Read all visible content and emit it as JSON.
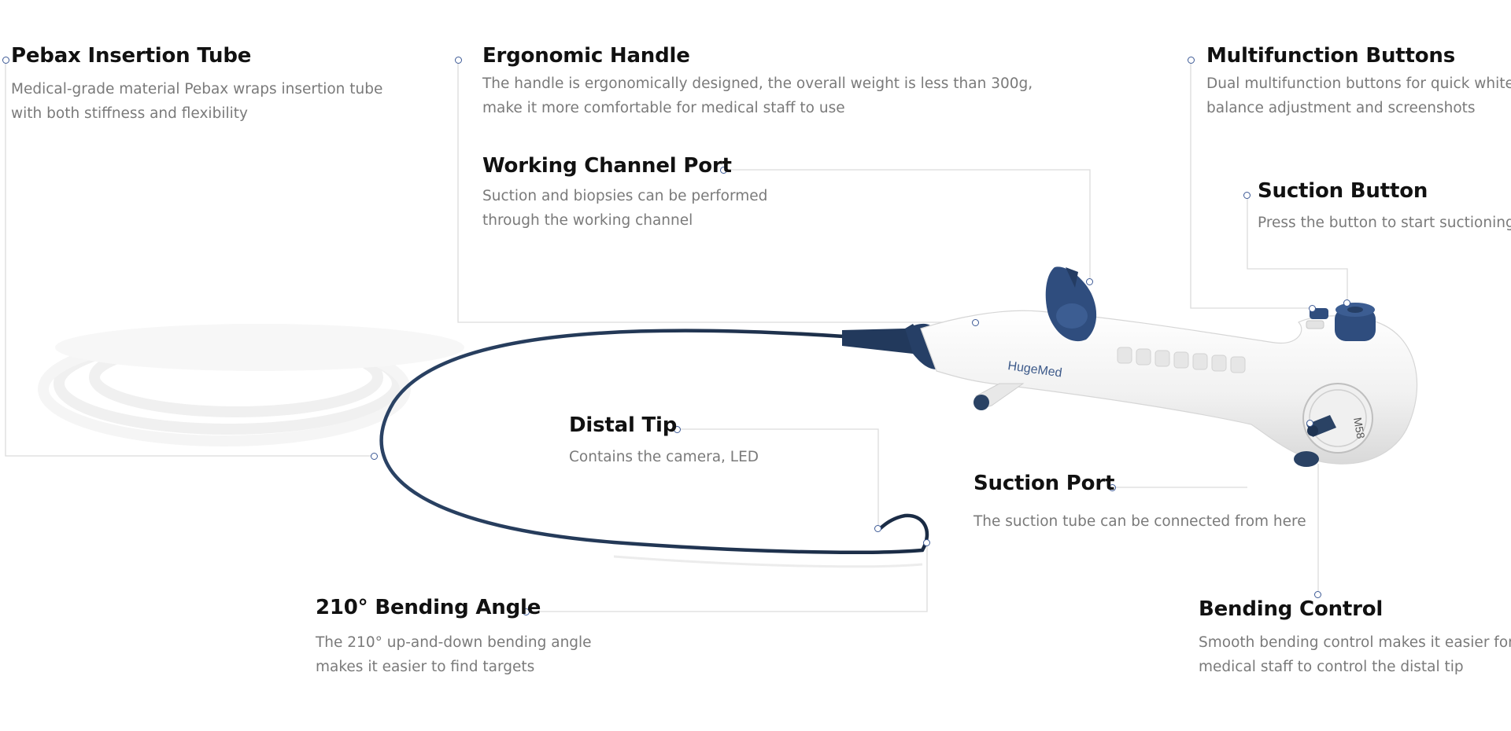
{
  "colors": {
    "accent": "#3d5a96",
    "heading": "#111111",
    "body": "#7a7a7a",
    "leader": "#dcdcdc",
    "tube": "#1f3450",
    "handle": "#f3f3f3"
  },
  "product": {
    "brand": "HugeMed",
    "model": "M58"
  },
  "features": {
    "pebax": {
      "title": "Pebax Insertion Tube",
      "line1": "Medical-grade material Pebax wraps insertion tube",
      "line2": "with both stiffness and flexibility"
    },
    "handle": {
      "title": "Ergonomic Handle",
      "line1": "The handle is ergonomically designed,  the overall weight is less than 300g,",
      "line2": "make it more comfortable for medical staff to use"
    },
    "multifunction": {
      "title": "Multifunction Buttons",
      "line1": "Dual multifunction buttons for quick white",
      "line2": "balance adjustment and screenshots"
    },
    "channel": {
      "title": "Working Channel Port",
      "line1": "Suction and biopsies can be performed",
      "line2": "through the working channel"
    },
    "suction_button": {
      "title": "Suction Button",
      "line1": "Press the button to start suctioning"
    },
    "distal": {
      "title": "Distal Tip",
      "line1": "Contains the camera, LED"
    },
    "suction_port": {
      "title": "Suction Port",
      "line1": "The suction tube can be connected from here"
    },
    "bending_angle": {
      "title": "210° Bending Angle",
      "line1": "The 210° up-and-down bending angle",
      "line2": "makes it easier to find targets"
    },
    "bending_control": {
      "title": "Bending Control",
      "line1": "Smooth bending control makes it easier for",
      "line2": "medical staff to control the distal tip"
    }
  }
}
